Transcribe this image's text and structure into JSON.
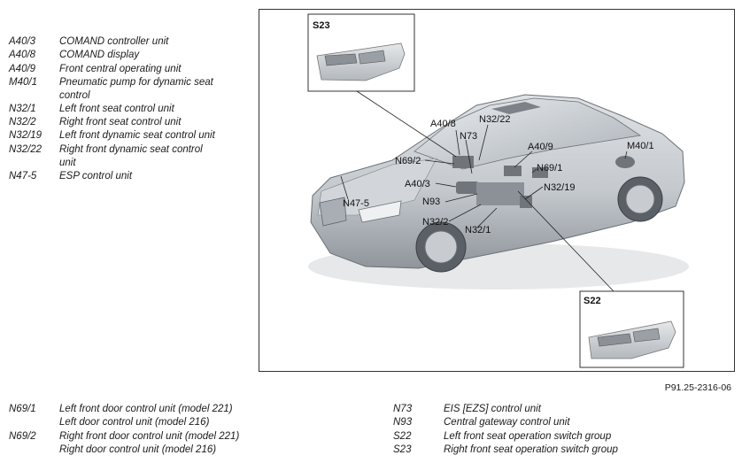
{
  "legend_top": [
    {
      "code": "A40/3",
      "desc": "COMAND controller unit"
    },
    {
      "code": "A40/8",
      "desc": "COMAND display"
    },
    {
      "code": "A40/9",
      "desc": "Front central operating unit"
    },
    {
      "code": "M40/1",
      "desc": "Pneumatic pump for dynamic seat",
      "desc2": "control"
    },
    {
      "code": "N32/1",
      "desc": "Left front seat control unit"
    },
    {
      "code": "N32/2",
      "desc": "Right front seat control unit"
    },
    {
      "code": "N32/19",
      "desc": "Left front dynamic seat control unit"
    },
    {
      "code": "N32/22",
      "desc": "Right front dynamic seat control",
      "desc2": "unit"
    },
    {
      "code": "N47-5",
      "desc": "ESP control unit"
    }
  ],
  "legend_bottom_left": [
    {
      "code": "N69/1",
      "desc": "Left front door control unit (model 221)"
    },
    {
      "code": "",
      "desc": "Left door control unit (model 216)"
    },
    {
      "code": "N69/2",
      "desc": "Right front door control unit (model 221)"
    },
    {
      "code": "",
      "desc": "Right door control unit (model 216)"
    }
  ],
  "legend_bottom_right": [
    {
      "code": "N73",
      "desc": "EIS [EZS] control unit"
    },
    {
      "code": "N93",
      "desc": "Central gateway control unit"
    },
    {
      "code": "S22",
      "desc": "Left front seat operation switch group"
    },
    {
      "code": "S23",
      "desc": "Right front seat operation switch group"
    }
  ],
  "figure": {
    "inset_top_label": "S23",
    "inset_bottom_label": "S22",
    "callouts": {
      "a40_8": "A40/8",
      "n32_22": "N32/22",
      "n73": "N73",
      "a40_9": "A40/9",
      "m40_1": "M40/1",
      "n69_2": "N69/2",
      "n69_1": "N69/1",
      "a40_3": "A40/3",
      "n32_19": "N32/19",
      "n93": "N93",
      "n47_5": "N47-5",
      "n32_2": "N32/2",
      "n32_1": "N32/1"
    }
  },
  "figure_ref": "P91.25-2316-06",
  "colors": {
    "car_body": "#c9cdd1",
    "car_shadow": "#9ea4aa",
    "frame": "#333333",
    "component": "#6f757b"
  }
}
